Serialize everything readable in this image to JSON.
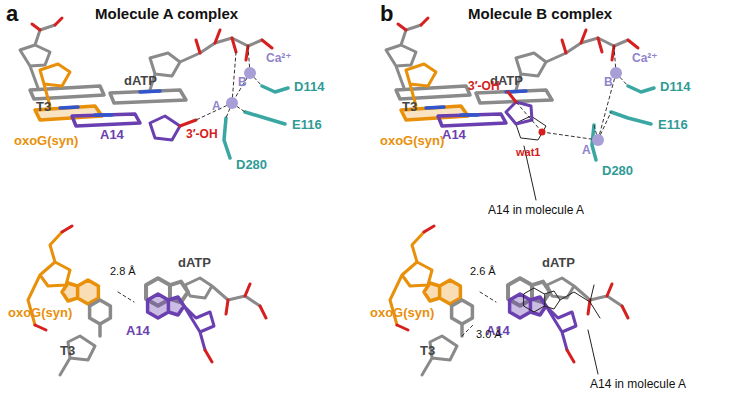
{
  "diagram": {
    "labels": [
      "a",
      "Molecule A complex",
      "T3",
      "dATP",
      "Ca²⁺",
      "B",
      "A",
      "D114",
      "E116",
      "A14",
      "3′-OH",
      "oxoG(syn)",
      "D280",
      "oxoG(syn)",
      "dATP",
      "2.8 Å",
      "T3",
      "A14",
      "b",
      "Molecule B complex",
      "T3",
      "dATP",
      "Ca²⁺",
      "B",
      "D114",
      "A14",
      "3′-OH",
      "wat1",
      "A",
      "E116",
      "oxoG(syn)",
      "D280",
      "A14 in molecule A",
      "oxoG(syn)",
      "dATP",
      "2.6 Å",
      "A14",
      "T3",
      "3.0 Å",
      "A14 in molecule A"
    ]
  }
}
